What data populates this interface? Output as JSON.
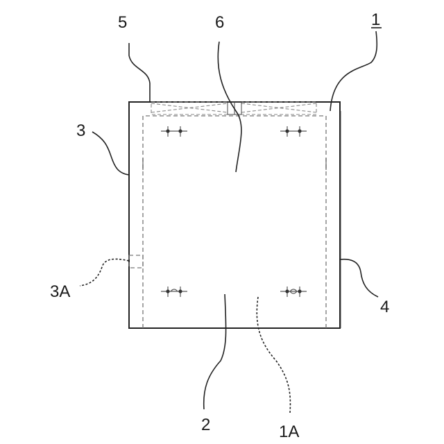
{
  "labels": {
    "ref_1": "1",
    "ref_1a": "1A",
    "ref_2": "2",
    "ref_3": "3",
    "ref_3a": "3A",
    "ref_4": "4",
    "ref_5": "5",
    "ref_6": "6"
  }
}
